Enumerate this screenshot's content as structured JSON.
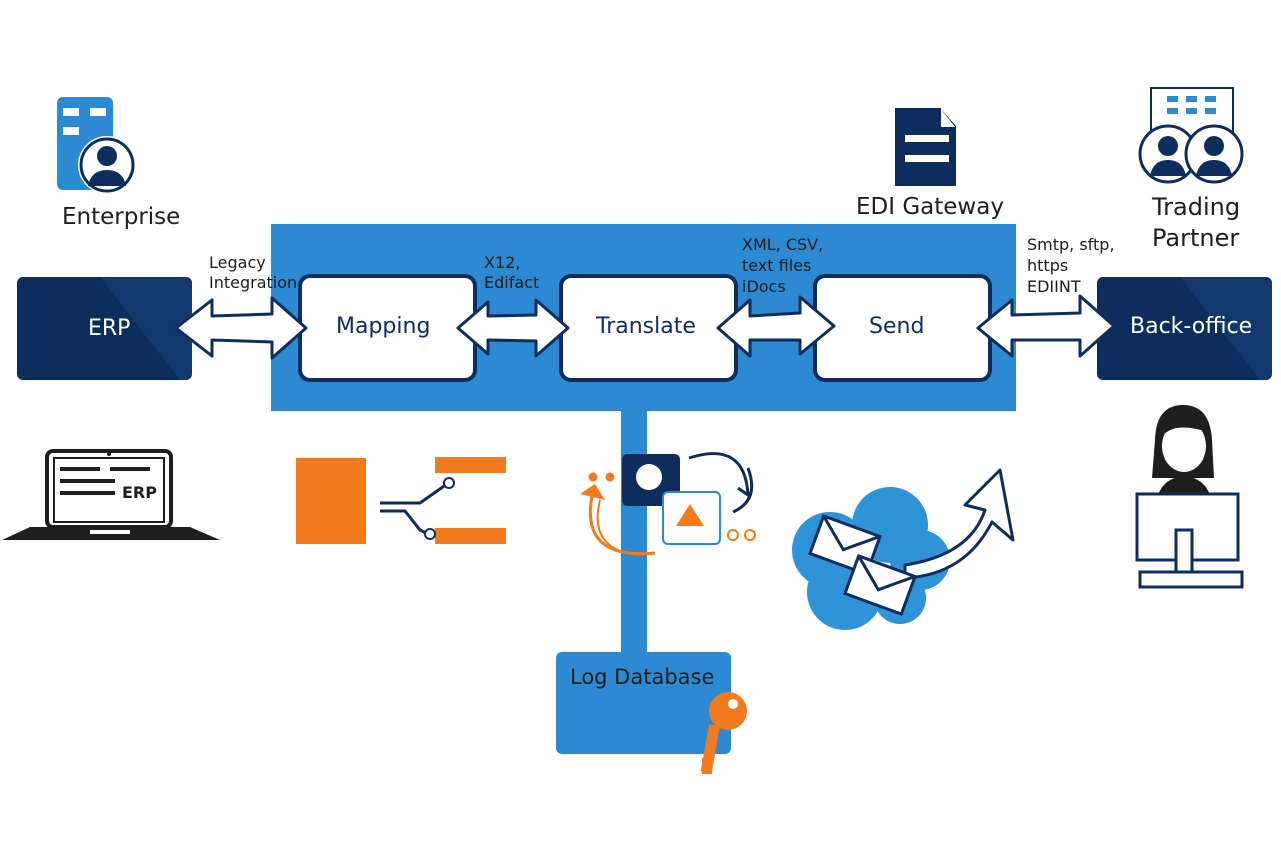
{
  "colors": {
    "navy": "#0d2e5c",
    "blue": "#2b8ad2",
    "light_blue": "#2f93d8",
    "orange": "#f47a20",
    "white": "#ffffff",
    "text": "#1e1e1e"
  },
  "labels": {
    "enterprise": "Enterprise",
    "edi_gateway": "EDI Gateway",
    "trading_partner_line1": "Trading",
    "trading_partner_line2": "Partner"
  },
  "nodes": {
    "erp": "ERP",
    "mapping": "Mapping",
    "translate": "Translate",
    "send": "Send",
    "back_office": "Back-office",
    "log_database": "Log Database"
  },
  "edge_labels": {
    "legacy_line1": "Legacy",
    "legacy_line2": "Integration",
    "x12_line1": "X12,",
    "x12_line2": "Edifact",
    "xml_line1": "XML, CSV,",
    "xml_line2": "text files",
    "xml_line3": "iDocs",
    "smtp_line1": "Smtp, sftp,",
    "smtp_line2": "https",
    "smtp_line3": "EDIINT"
  },
  "laptop_screen_text": "ERP",
  "icons": [
    "enterprise-building-icon",
    "edi-document-icon",
    "trading-partner-building-icon",
    "laptop-erp-icon",
    "mapping-icon",
    "translate-icon",
    "send-cloud-envelopes-icon",
    "back-office-user-icon",
    "key-icon"
  ]
}
